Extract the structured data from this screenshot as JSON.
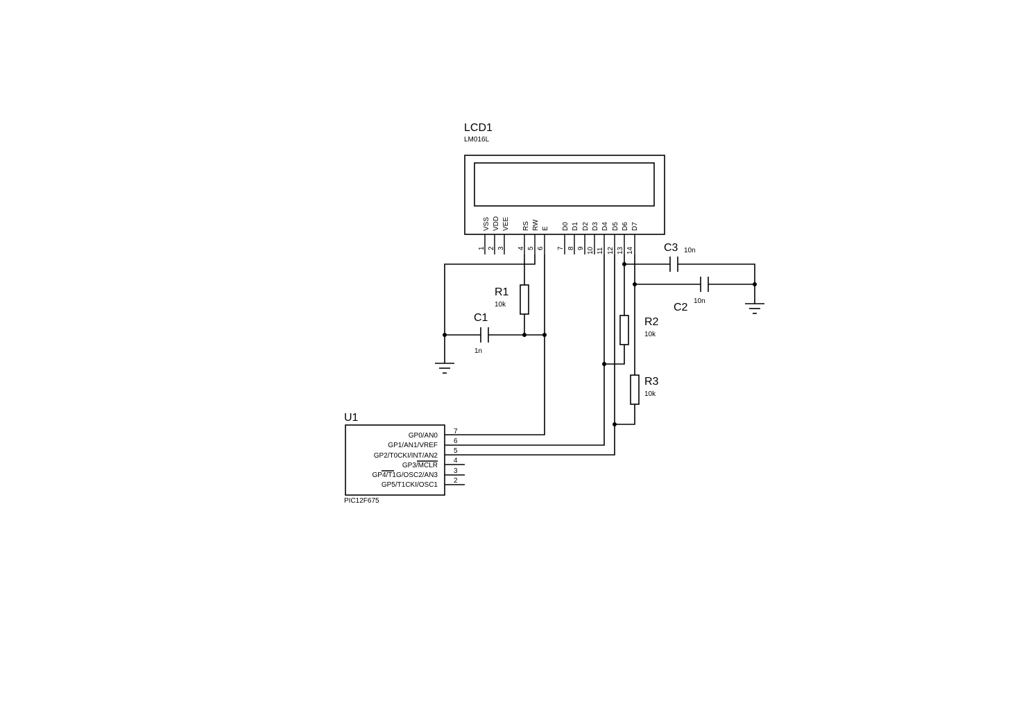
{
  "lcd": {
    "ref": "LCD1",
    "value": "LM016L",
    "pins": [
      {
        "name": "VSS",
        "num": "1"
      },
      {
        "name": "VDD",
        "num": "2"
      },
      {
        "name": "VEE",
        "num": "3"
      },
      {
        "name": "RS",
        "num": "4"
      },
      {
        "name": "RW",
        "num": "5"
      },
      {
        "name": "E",
        "num": "6"
      },
      {
        "name": "D0",
        "num": "7"
      },
      {
        "name": "D1",
        "num": "8"
      },
      {
        "name": "D2",
        "num": "9"
      },
      {
        "name": "D3",
        "num": "10"
      },
      {
        "name": "D4",
        "num": "11"
      },
      {
        "name": "D5",
        "num": "12"
      },
      {
        "name": "D6",
        "num": "13"
      },
      {
        "name": "D7",
        "num": "14"
      }
    ]
  },
  "mcu": {
    "ref": "U1",
    "value": "PIC12F675",
    "pins": [
      {
        "name": "GP0/AN0",
        "num": "7"
      },
      {
        "name": "GP1/AN1/VREF",
        "num": "6"
      },
      {
        "name": "GP2/T0CKI/INT/AN2",
        "num": "5"
      },
      {
        "name": "GP3/MCLR",
        "num": "4"
      },
      {
        "name": "GP4/T1G/OSC2/AN3",
        "num": "3"
      },
      {
        "name": "GP5/T1CKI/OSC1",
        "num": "2"
      }
    ]
  },
  "components": {
    "r1": {
      "ref": "R1",
      "value": "10k"
    },
    "r2": {
      "ref": "R2",
      "value": "10k"
    },
    "r3": {
      "ref": "R3",
      "value": "10k"
    },
    "c1": {
      "ref": "C1",
      "value": "1n"
    },
    "c2": {
      "ref": "C2",
      "value": "10n"
    },
    "c3": {
      "ref": "C3",
      "value": "10n"
    }
  }
}
